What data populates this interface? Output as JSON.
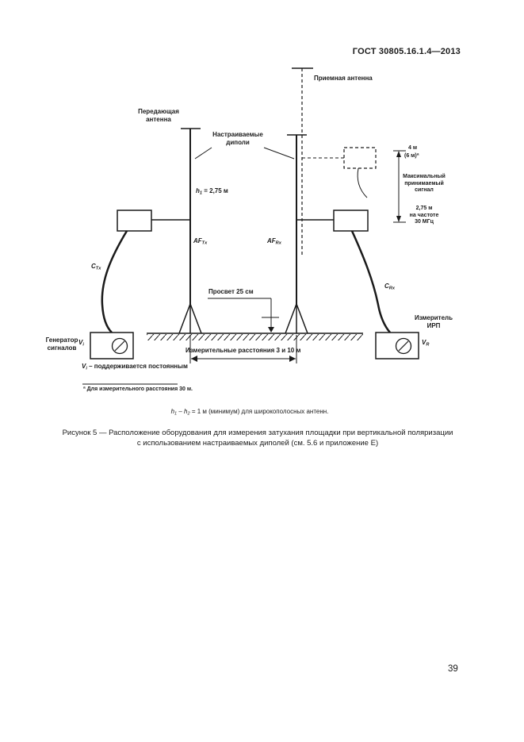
{
  "page": {
    "header": "ГОСТ 30805.16.1.4—2013",
    "number": "39"
  },
  "diagram": {
    "labels": {
      "receiving_antenna": "Приемная антенна",
      "transmitting_antenna": "Передающая\nантенна",
      "tunable_dipoles": "Настраиваемые\nдиполи",
      "h1_rest": " = 2,75 м",
      "height_4m": "4 м",
      "height_6m": "(6 м)",
      "max_signal": "Максимальный\nпринимаемый\nсигнал",
      "min_height": "2,75 м\nна частоте\n30 МГц",
      "clearance": "Просвет 25 см",
      "generator": "Генератор\nсигналов",
      "meter": "Измеритель\nИРП",
      "distances": "Измерительные расстояния 3 и 10 м",
      "vi_constant_rest": " – поддерживается постоянным",
      "footnote_marker": "а",
      "footnote_text": " Для измерительного расстояния 30 м."
    },
    "symbols": {
      "h": "h",
      "sub_1": "1",
      "sub_2": "2",
      "af": "AF",
      "sub_tx": "Tx",
      "sub_rx": "Rx",
      "c": "C",
      "v": "V",
      "sub_i": "i",
      "sub_r": "R"
    },
    "note": {
      "dash": " – ",
      "rest": " = 1 м (минимум) для широкополосных антенн."
    }
  },
  "caption": "Рисунок 5 — Расположение оборудования для измерения затухания площадки при вертикальной поляризации\nс использованием настраиваемых диполей (см. 5.6 и приложение Е)",
  "colors": {
    "ink": "#1a1a1a",
    "paper": "#ffffff"
  }
}
